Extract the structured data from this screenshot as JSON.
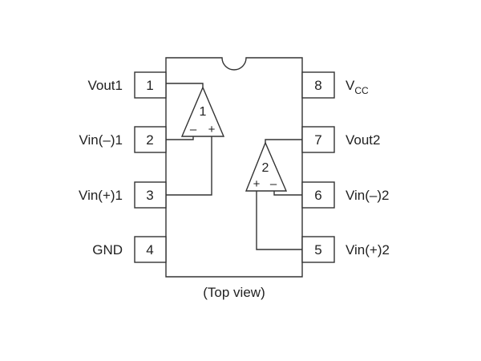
{
  "diagram": {
    "caption": "(Top view)",
    "pins": {
      "p1": {
        "number": "1",
        "label": "Vout1"
      },
      "p2": {
        "number": "2",
        "label": "Vin(–)1"
      },
      "p3": {
        "number": "3",
        "label": "Vin(+)1"
      },
      "p4": {
        "number": "4",
        "label": "GND"
      },
      "p5": {
        "number": "5",
        "label": "Vin(+)2"
      },
      "p6": {
        "number": "6",
        "label": "Vin(–)2"
      },
      "p7": {
        "number": "7",
        "label": "Vout2"
      },
      "p8": {
        "number": "8",
        "label_main": "V",
        "label_sub": "CC"
      }
    },
    "amplifiers": {
      "a1": {
        "number": "1",
        "minus": "–",
        "plus": "+"
      },
      "a2": {
        "number": "2",
        "minus": "–",
        "plus": "+"
      }
    }
  }
}
